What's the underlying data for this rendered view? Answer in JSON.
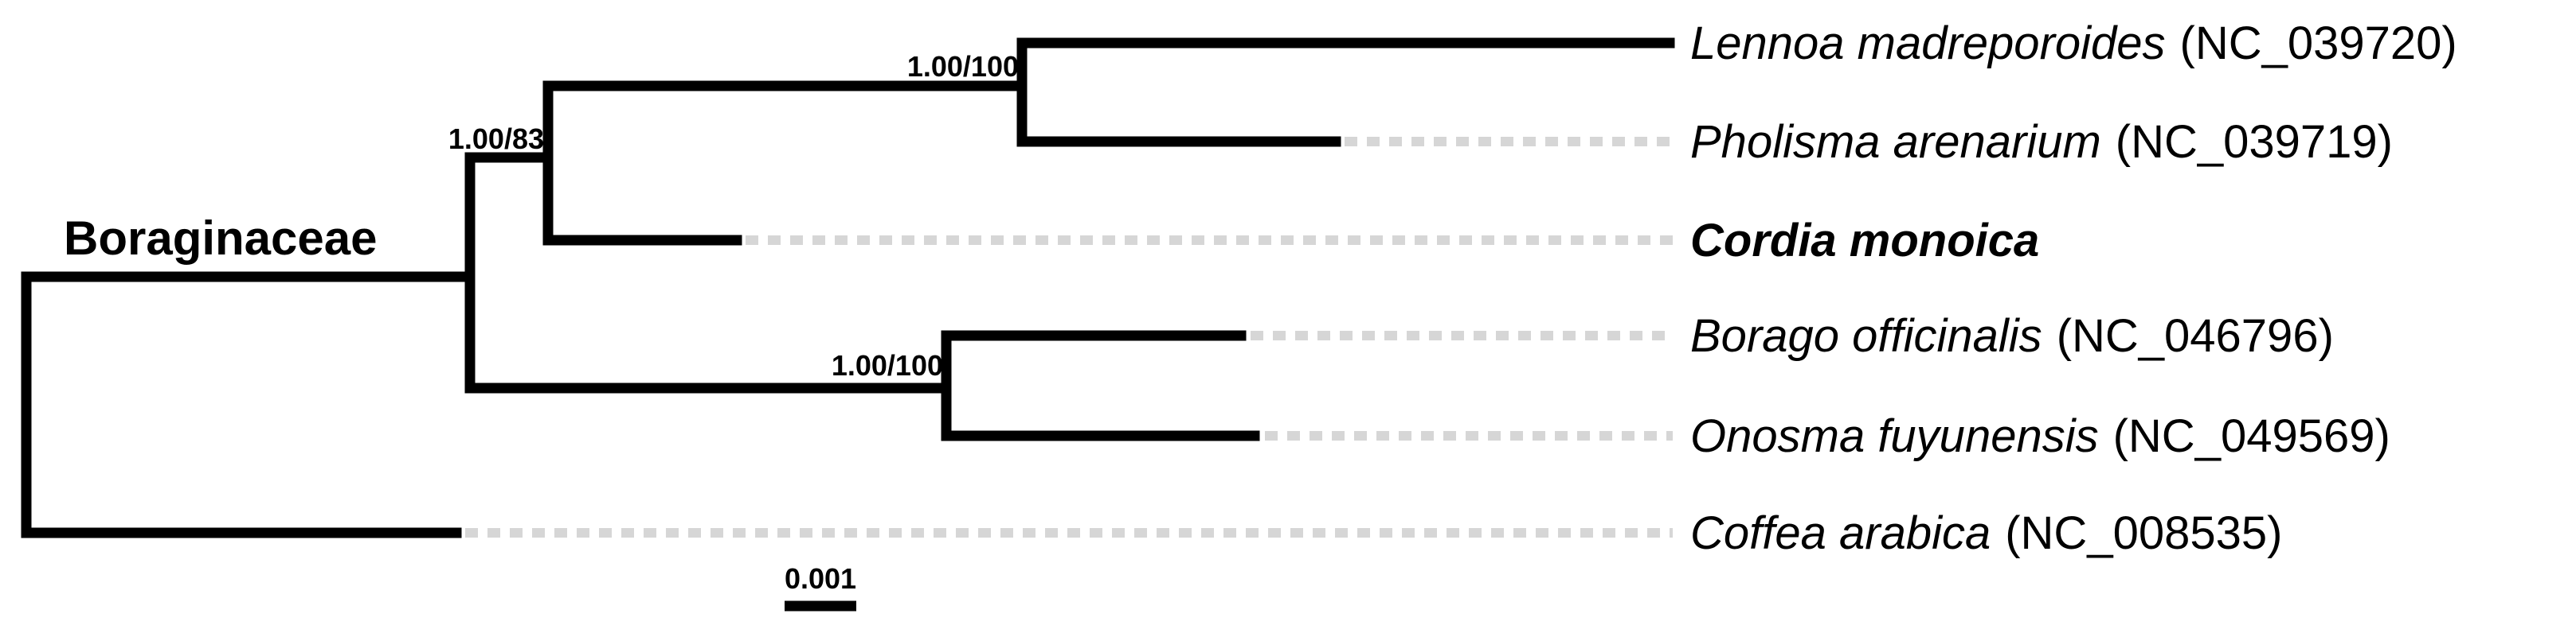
{
  "clade_label": "Boraginaceae",
  "support_values": {
    "lennoa_pholisma": "1.00/100",
    "lennoa_cordia": "1.00/83",
    "borago_onosma": "1.00/100"
  },
  "taxa": [
    {
      "species": "Lennoa madreporoides",
      "accession": "(NC_039720)",
      "highlight": false
    },
    {
      "species": "Pholisma arenarium",
      "accession": "(NC_039719)",
      "highlight": false
    },
    {
      "species": "Cordia monoica",
      "accession": "",
      "highlight": true
    },
    {
      "species": "Borago officinalis",
      "accession": "(NC_046796)",
      "highlight": false
    },
    {
      "species": "Onosma fuyunensis",
      "accession": "(NC_049569)",
      "highlight": false
    },
    {
      "species": "Coffea arabica",
      "accession": "(NC_008535)",
      "highlight": false
    }
  ],
  "scale_bar": {
    "label": "0.001",
    "value": 0.001
  },
  "colors": {
    "branch": "#000000",
    "guide": "#d6d6d6",
    "text": "#000000"
  }
}
